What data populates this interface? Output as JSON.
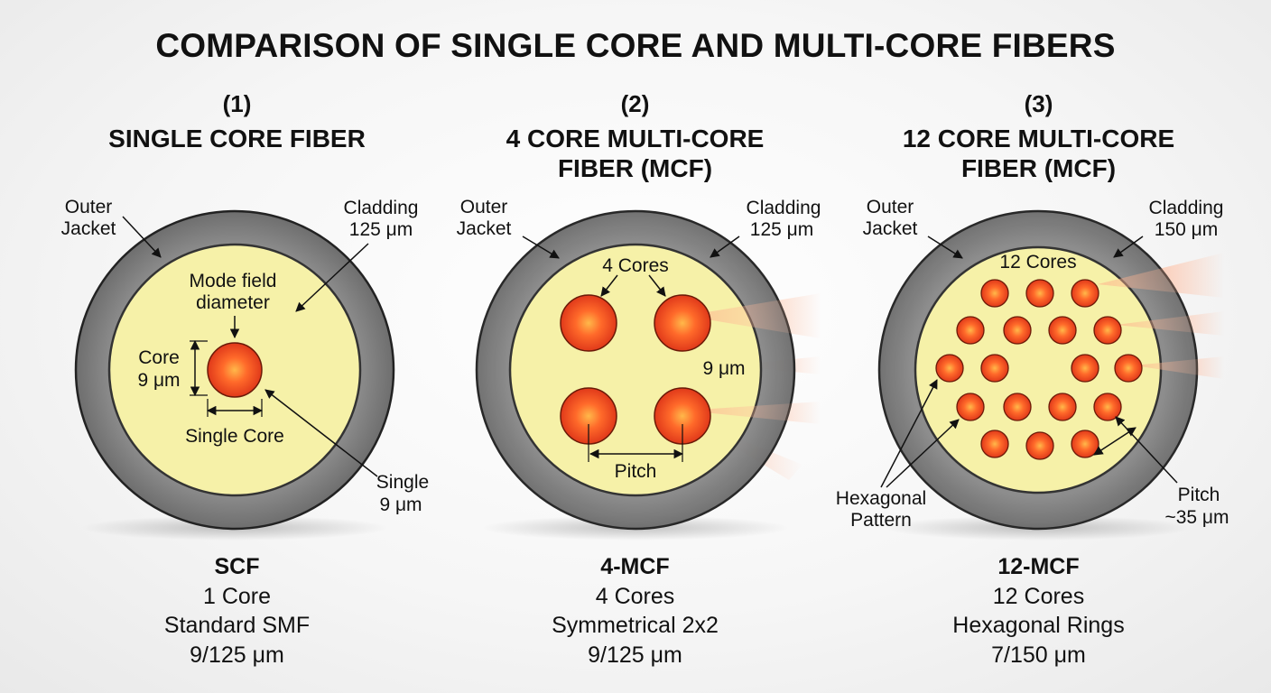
{
  "title": "COMPARISON OF SINGLE CORE AND MULTI-CORE FIBERS",
  "colors": {
    "jacket": "#7b7b7b",
    "cladding": "#f6f1a8",
    "core": "#f04a1e",
    "core_glow": "#ff9a3c",
    "text": "#111111"
  },
  "panels": [
    {
      "number": "(1)",
      "heading_line1": "SINGLE CORE FIBER",
      "heading_line2": "",
      "labels": {
        "outer_jacket_1": "Outer",
        "outer_jacket_2": "Jacket",
        "cladding_1": "Cladding",
        "cladding_2": "125 μm",
        "mfd_1": "Mode field",
        "mfd_2": "diameter",
        "core_1": "Core",
        "core_2": "9 μm",
        "single_core": "Single Core",
        "single_1": "Single",
        "single_2": "9 μm"
      },
      "summary": {
        "name": "SCF",
        "cores": "1 Core",
        "type": "Standard SMF",
        "dimensions": "9/125 μm"
      }
    },
    {
      "number": "(2)",
      "heading_line1": "4 CORE MULTI-CORE",
      "heading_line2": "FIBER (MCF)",
      "labels": {
        "outer_jacket_1": "Outer",
        "outer_jacket_2": "Jacket",
        "cladding_1": "Cladding",
        "cladding_2": "125 μm",
        "cores": "4 Cores",
        "core_size": "9 μm",
        "pitch": "Pitch"
      },
      "summary": {
        "name": "4-MCF",
        "cores": "4 Cores",
        "type": "Symmetrical 2x2",
        "dimensions": "9/125 μm"
      }
    },
    {
      "number": "(3)",
      "heading_line1": "12 CORE MULTI-CORE",
      "heading_line2": "FIBER (MCF)",
      "labels": {
        "outer_jacket_1": "Outer",
        "outer_jacket_2": "Jacket",
        "cladding_1": "Cladding",
        "cladding_2": "150 μm",
        "cores": "12 Cores",
        "hex_1": "Hexagonal",
        "hex_2": "Pattern",
        "pitch_1": "Pitch",
        "pitch_2": "~35 μm"
      },
      "summary": {
        "name": "12-MCF",
        "cores": "12 Cores",
        "type": "Hexagonal Rings",
        "dimensions": "7/150 μm"
      }
    }
  ]
}
